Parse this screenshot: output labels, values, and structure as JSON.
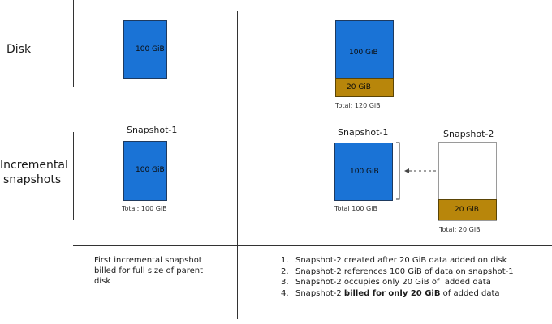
{
  "rows": {
    "disk_label": "Disk",
    "incremental_label_line1": "Incremental",
    "incremental_label_line2": "snapshots"
  },
  "left": {
    "disk_box_label": "100 GiB",
    "snapshot1_title": "Snapshot-1",
    "snapshot1_box_label": "100 GiB",
    "snapshot1_total": "Total: 100 GiB",
    "note_line1": "First incremental snapshot",
    "note_line2": "billed for full size of parent",
    "note_line3": "disk"
  },
  "right": {
    "disk_box_label": "100 GiB",
    "disk_added_label": "20 GiB",
    "disk_total": "Total: 120 GiB",
    "snapshot1_title": "Snapshot-1",
    "snapshot1_box_label": "100 GiB",
    "snapshot1_total": "Total 100 GiB",
    "snapshot2_title": "Snapshot-2",
    "snapshot2_box_label": "20 GiB",
    "snapshot2_total": "Total: 20 GiB"
  },
  "notes": [
    {
      "num": "1.",
      "text": "Snapshot-2 created after 20 GiB data added on disk"
    },
    {
      "num": "2.",
      "text": "Snapshot-2 references 100 GiB of data on snapshot-1"
    },
    {
      "num": "3.",
      "text": "Snapshot-2 occupies only 20 GiB of  added data"
    },
    {
      "num": "4.",
      "pre": "Snapshot-2 ",
      "bold": "billed for only 20 GiB",
      "post": " of added data"
    }
  ],
  "colors": {
    "blue": "#1a73d6",
    "gold": "#b8860b"
  }
}
